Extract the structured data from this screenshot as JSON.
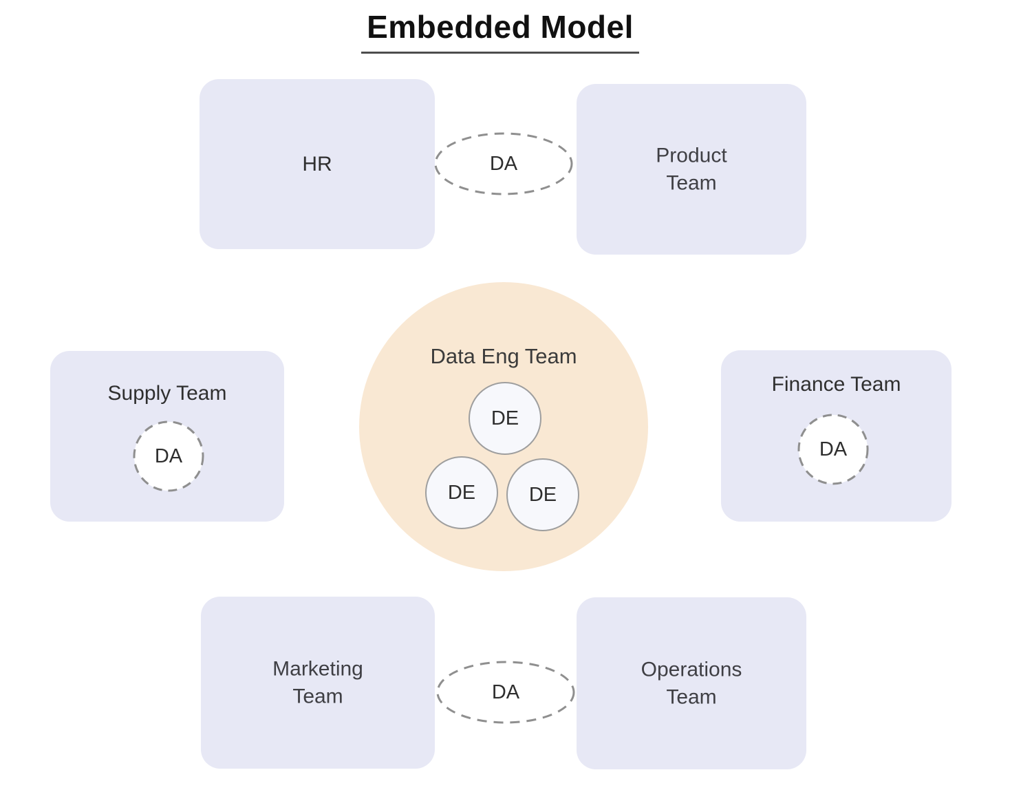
{
  "title": "Embedded Model",
  "teams": {
    "hr": {
      "label": "HR"
    },
    "product": {
      "label": "Product\nTeam"
    },
    "supply": {
      "label": "Supply Team",
      "analyst": "DA"
    },
    "finance": {
      "label": "Finance Team",
      "analyst": "DA"
    },
    "marketing": {
      "label": "Marketing\nTeam"
    },
    "operations": {
      "label": "Operations\nTeam"
    }
  },
  "center": {
    "label": "Data Eng Team",
    "engineers": [
      "DE",
      "DE",
      "DE"
    ]
  },
  "analysts": {
    "top": {
      "label": "DA"
    },
    "bottom": {
      "label": "DA"
    }
  },
  "colors": {
    "team_box_fill": "#e7e8f5",
    "center_circle_fill": "#f9e8d3",
    "engineer_circle_fill": "#f7f8fc",
    "engineer_circle_border": "#9e9e9e",
    "analyst_dash_stroke": "#8f8f8f",
    "title_text": "#111111",
    "label_text": "#2f2f2f"
  }
}
